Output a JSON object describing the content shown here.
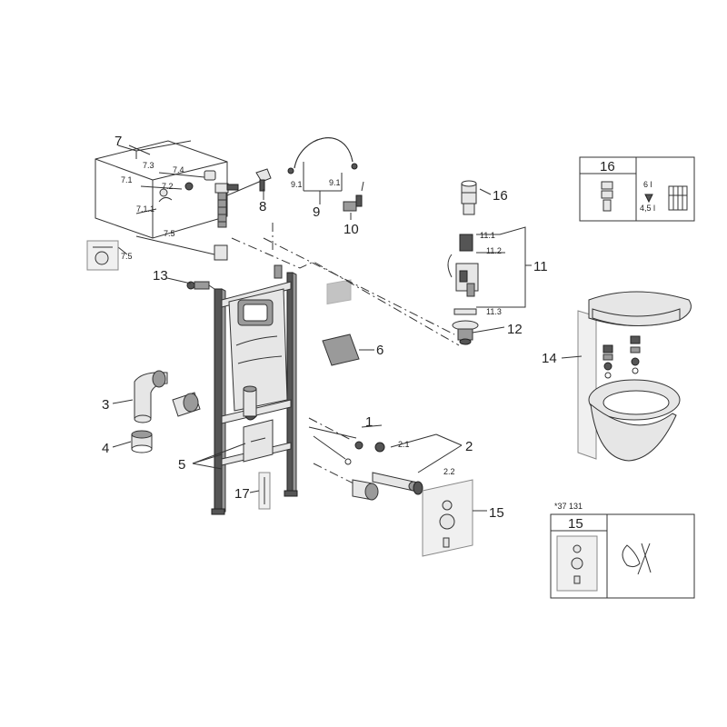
{
  "labels": {
    "p1": "1",
    "p2": "2",
    "p2_1": "2.1",
    "p2_2": "2.2",
    "p3": "3",
    "p4": "4",
    "p5": "5",
    "p6": "6",
    "p7": "7",
    "p7_1": "7.1",
    "p7_1_1": "7.1.1",
    "p7_2": "7.2",
    "p7_3": "7.3",
    "p7_4": "7.4",
    "p7_5a": "7.5",
    "p7_5b": "7.5",
    "p8": "8",
    "p9": "9",
    "p9_1a": "9.1",
    "p9_1b": "9.1",
    "p10": "10",
    "p11": "11",
    "p11_1": "11.1",
    "p11_2": "11.2",
    "p11_3": "11.3",
    "p12": "12",
    "p13": "13",
    "p14": "14",
    "p15": "15",
    "p16": "16",
    "p17": "17"
  },
  "inset16": {
    "title": "16",
    "top_value": "6 l",
    "bottom_value": "4,5 l"
  },
  "inset15": {
    "ref": "*37 131",
    "title": "15"
  }
}
